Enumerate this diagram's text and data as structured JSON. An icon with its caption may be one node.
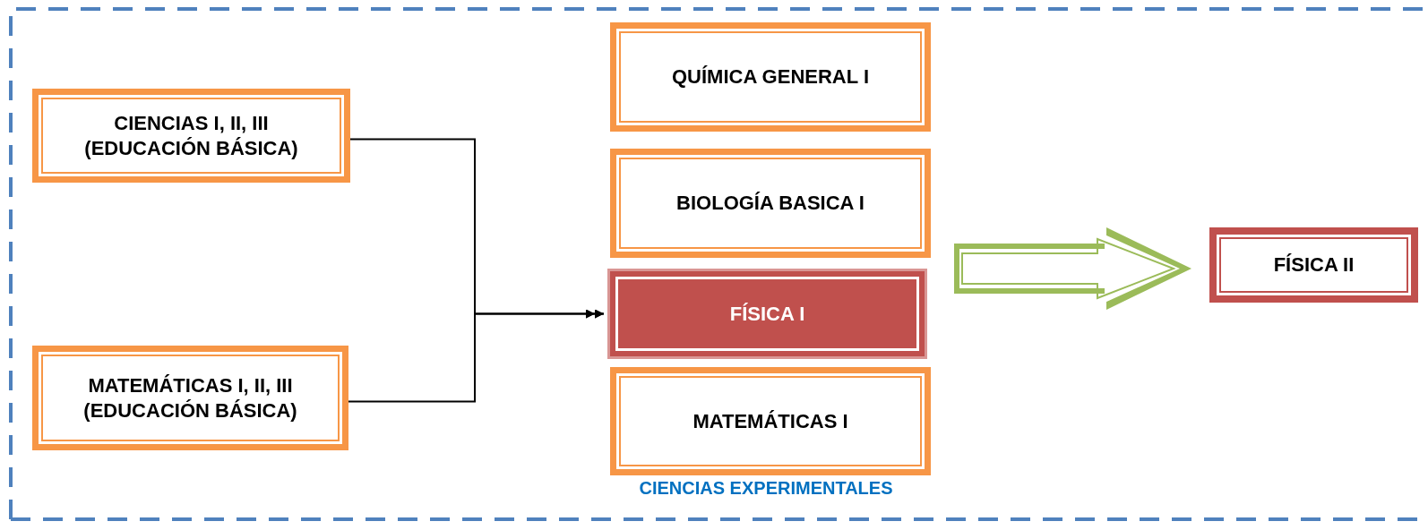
{
  "diagram": {
    "nodes": [
      {
        "text": [
          "CIENCIAS I, II, III (EDUCACIÓN BÁSICA)"
        ]
      },
      {
        "text": [
          "MATEMÁTICAS I, II, III (EDUCACIÓN BÁSICA)"
        ]
      },
      {
        "text": [
          "QUÍMICA GENERAL I"
        ]
      },
      {
        "text": [
          "BIOLOGÍA BASICA I"
        ]
      },
      {
        "text": [
          "FÍSICA I"
        ]
      },
      {
        "text": [
          "MATEMÁTICAS I"
        ]
      },
      {
        "text": [
          "FÍSICA II"
        ]
      }
    ],
    "edges": [
      {
        "from": 0,
        "to": 4,
        "arrow": "to"
      },
      {
        "from": 1,
        "to": 4,
        "arrow": "to"
      },
      {
        "from": 4,
        "to": 6,
        "arrow": "to",
        "style": "thick",
        "color": "#9bbb59"
      }
    ],
    "labels": [
      "CIENCIAS EXPERIMENTALES"
    ]
  }
}
